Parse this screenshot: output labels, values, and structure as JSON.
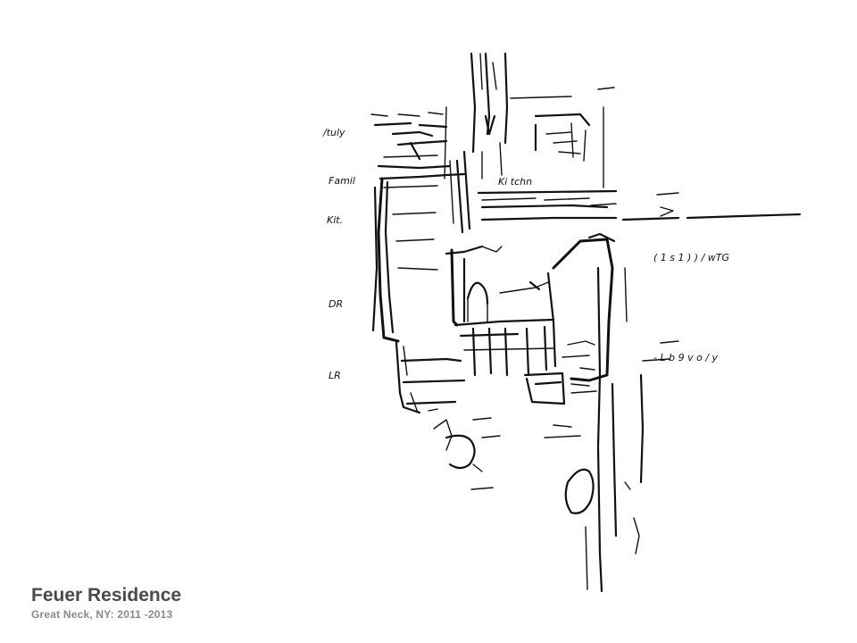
{
  "project": {
    "title": "Feuer Residence",
    "subtitle": "Great Neck, NY: 2011 -2013"
  },
  "sketch": {
    "labels": {
      "study": "/tuly",
      "family": "Famil",
      "kitchen": "Kit.",
      "dining": "DR",
      "living": "LR",
      "kitchen_inner": "Ki tchn",
      "closet_wtg": "( 1 s 1 ) )      / wTG",
      "library": "- L b 9 v o / y"
    }
  }
}
